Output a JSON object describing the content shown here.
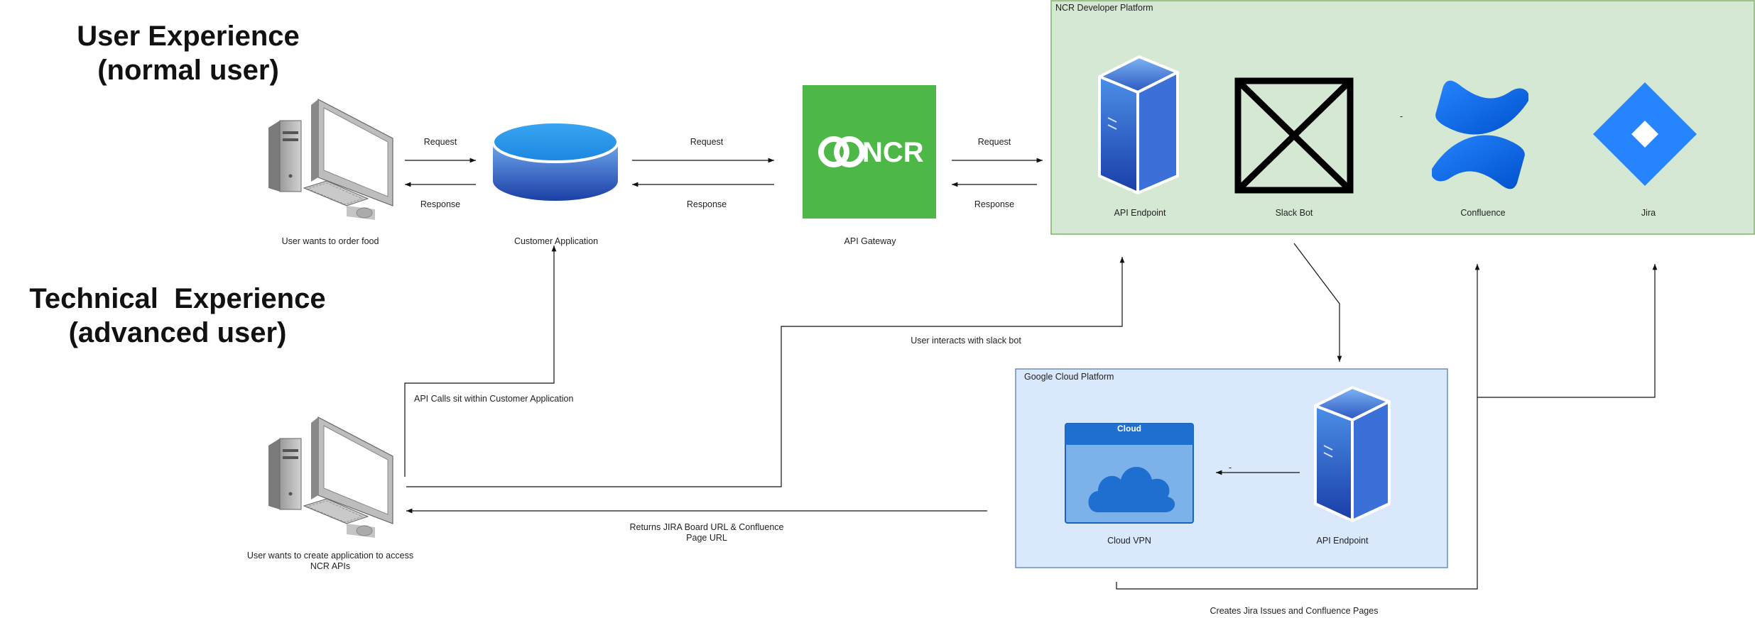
{
  "titles": {
    "user_experience_line1": "User Experience",
    "user_experience_line2": "(normal user)",
    "technical_experience_line1": "Technical  Experience",
    "technical_experience_line2": "(advanced user)"
  },
  "nodes": {
    "user_normal": "User wants to order food",
    "customer_app": "Customer Application",
    "api_gateway": "API Gateway",
    "api_gateway_logo": "NCR",
    "user_advanced": "User wants to create application to access NCR APIs",
    "api_endpoint_ncr": "API Endpoint",
    "slack_bot": "Slack Bot",
    "confluence": "Confluence",
    "jira": "Jira",
    "cloud_window_title": "Cloud",
    "cloud_vpn": "Cloud VPN",
    "api_endpoint_gcp": "API Endpoint"
  },
  "containers": {
    "ncr_platform": "NCR Developer Platform",
    "gcp": "Google Cloud Platform"
  },
  "edges": {
    "request_1": "Request",
    "response_1": "Response",
    "request_2": "Request",
    "response_2": "Response",
    "request_3": "Request",
    "response_3": "Response",
    "slack_interact": "User interacts with slack bot",
    "api_calls": "API Calls sit within Customer Application",
    "returns": "Returns JIRA Board URL & Confluence Page URL",
    "creates": "Creates Jira Issues and Confluence Pages",
    "dash_1": "-",
    "dash_2": "-"
  },
  "colors": {
    "ncr_platform_fill": "#d5e8d4",
    "ncr_platform_border": "#82b366",
    "gcp_fill": "#dae8fc",
    "gcp_border": "#6c8ebf",
    "ncr_green": "#4db848",
    "atlassian_blue": "#2684ff"
  }
}
